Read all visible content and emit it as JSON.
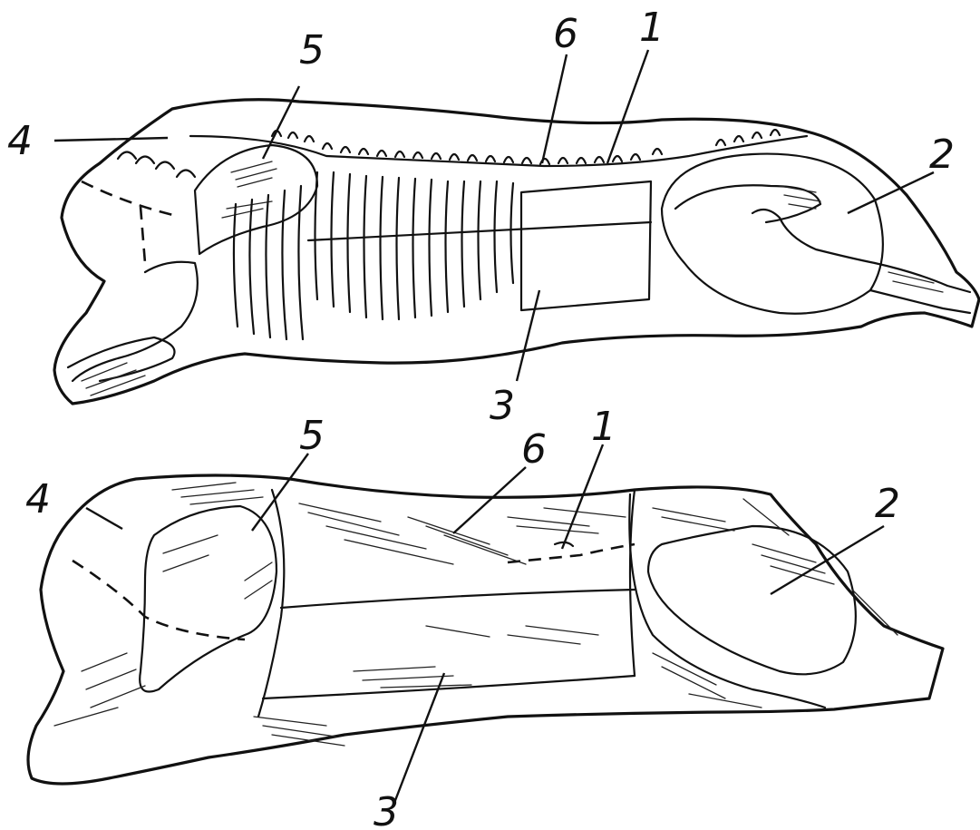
{
  "top_view": {
    "labels": {
      "l1": "1",
      "l2": "2",
      "l3": "3",
      "l4": "4",
      "l5": "5",
      "l6": "6"
    }
  },
  "bottom_view": {
    "labels": {
      "l1": "1",
      "l2": "2",
      "l3": "3",
      "l4": "4",
      "l5": "5",
      "l6": "6"
    }
  },
  "colors": {
    "ink": "#111111",
    "paper": "#ffffff"
  }
}
